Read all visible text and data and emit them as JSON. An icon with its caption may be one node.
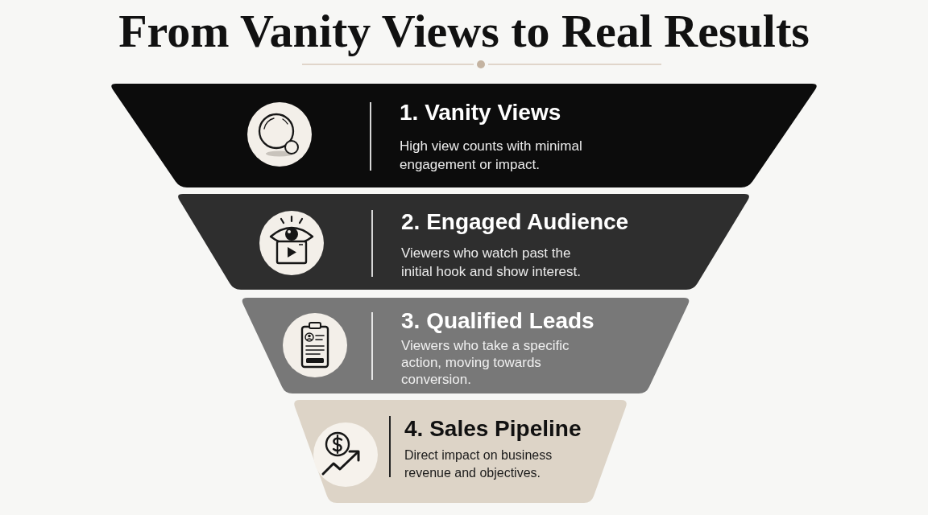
{
  "diagram": {
    "title": "From Vanity Views to Real Results",
    "nodes": [
      {
        "text": [
          "1. Vanity Views",
          "High view counts with minimal engagement or impact."
        ]
      },
      {
        "text": [
          "2. Engaged Audience",
          "Viewers who watch past the initial hook and show interest."
        ]
      },
      {
        "text": [
          "3. Qualified Leads",
          "Viewers who take a specific action, moving towards conversion."
        ]
      },
      {
        "text": [
          "4. Sales Pipeline",
          "Direct impact on business revenue and objectives."
        ]
      }
    ]
  }
}
